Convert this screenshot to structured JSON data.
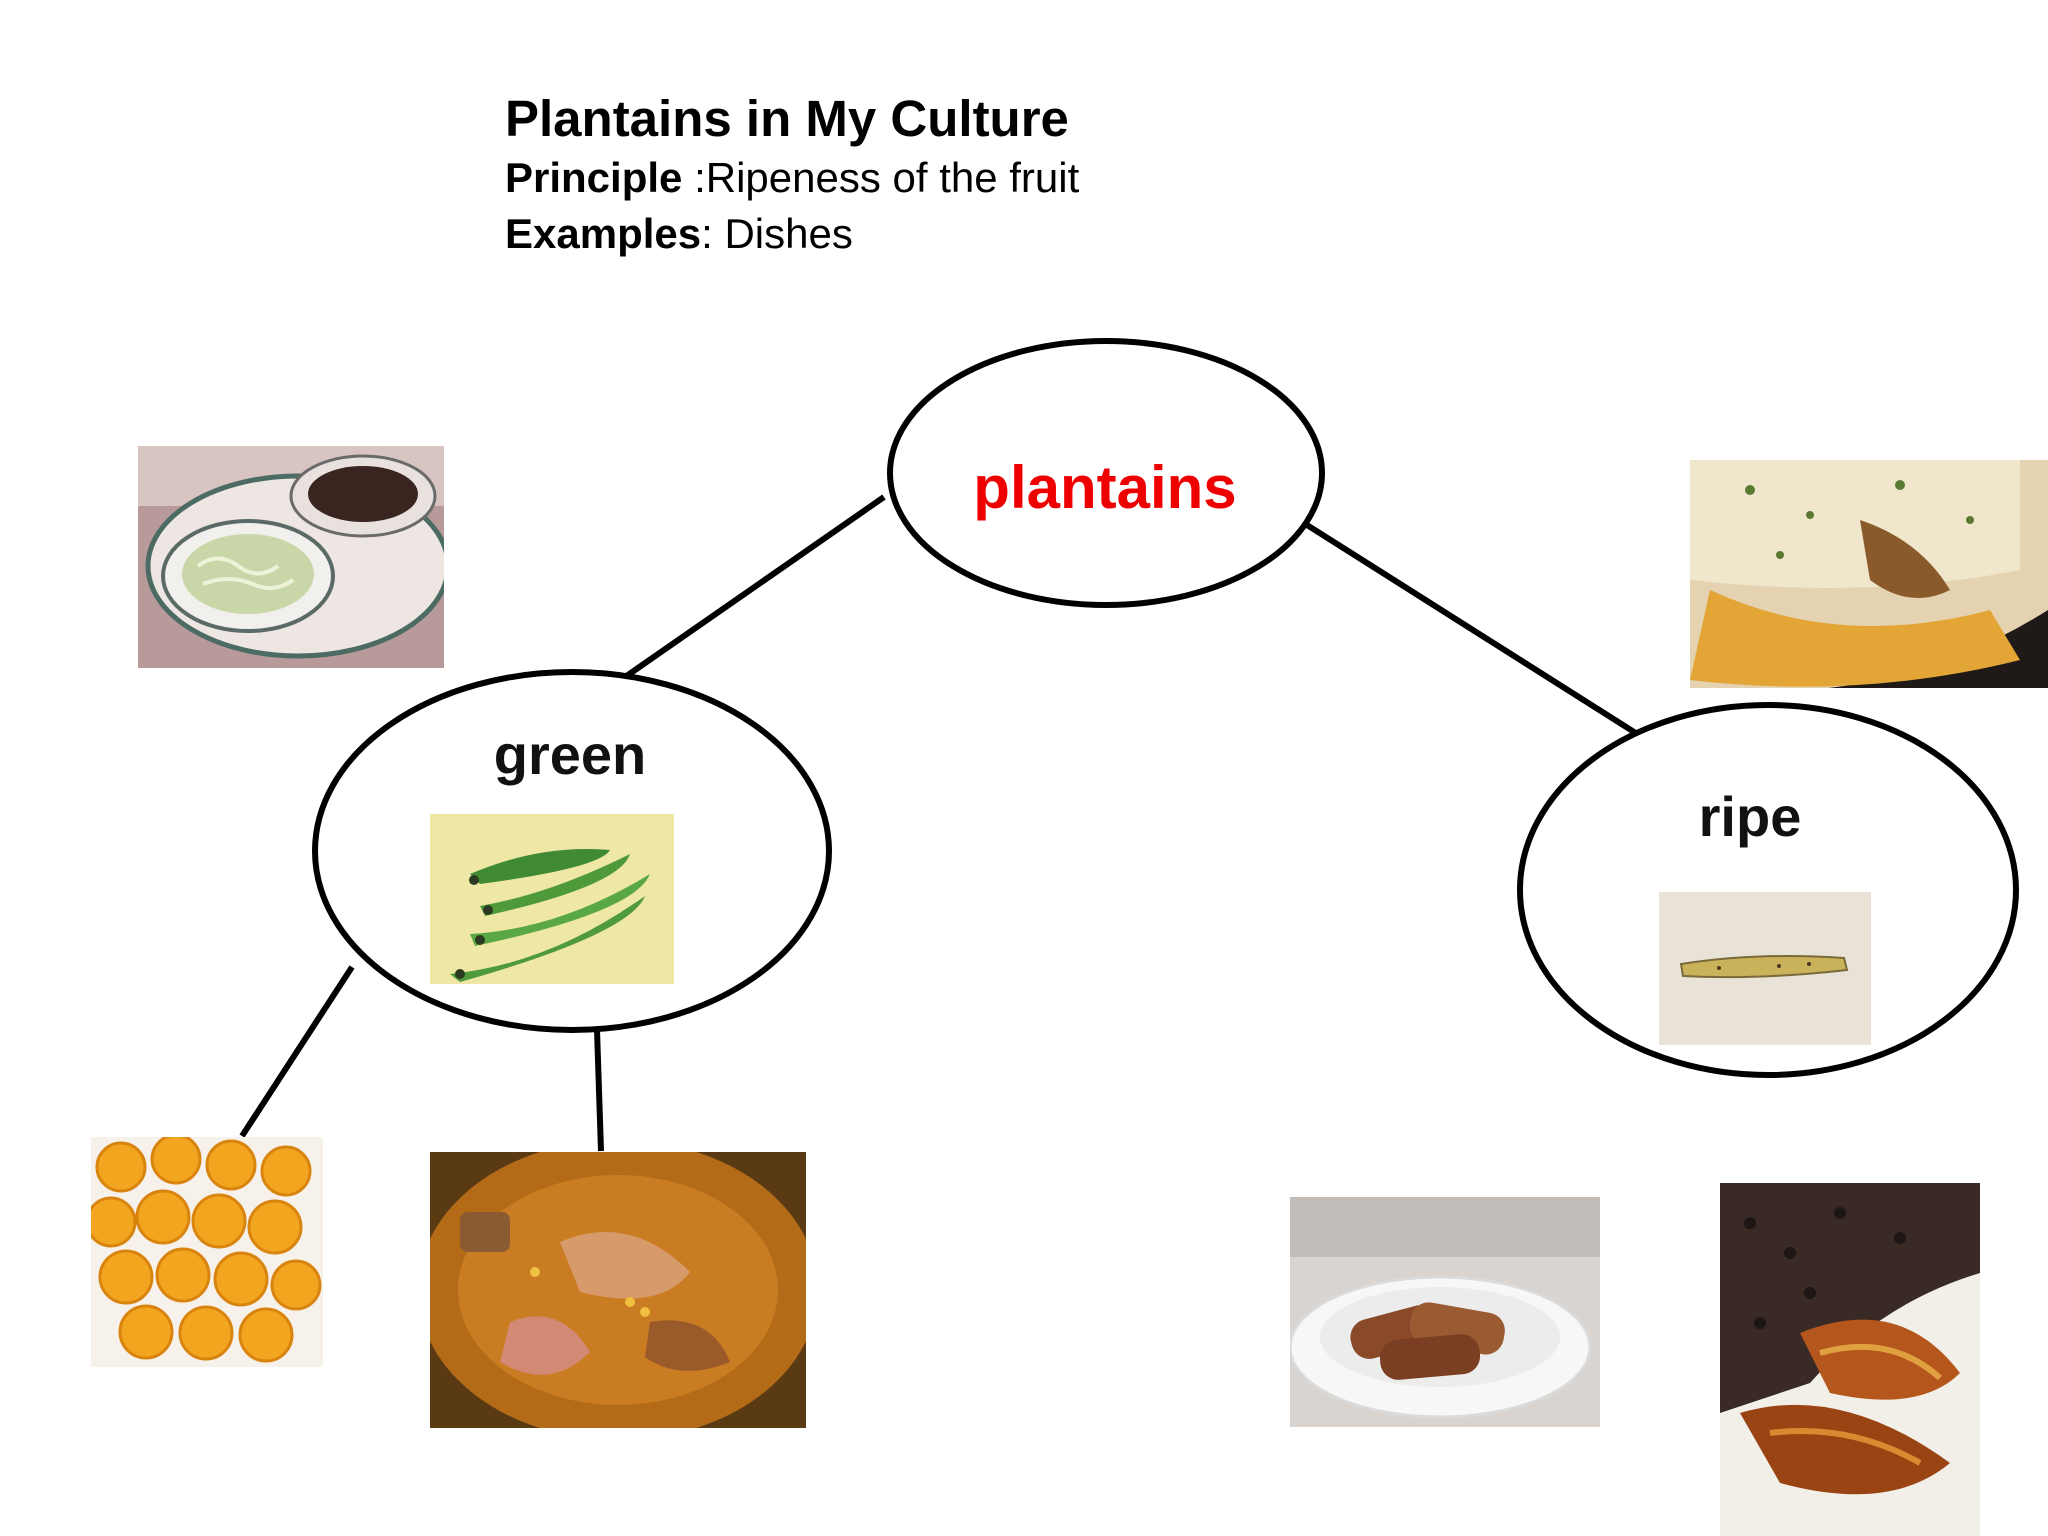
{
  "header": {
    "title": "Plantains in My Culture",
    "principle_label": "Principle",
    "principle_value": " :Ripeness of the fruit",
    "examples_label": "Examples",
    "examples_value": ":  Dishes"
  },
  "nodes": {
    "root": "plantains",
    "left": "green",
    "right": "ripe"
  },
  "colors": {
    "root_label": "#ee0000",
    "outline": "#000000"
  }
}
